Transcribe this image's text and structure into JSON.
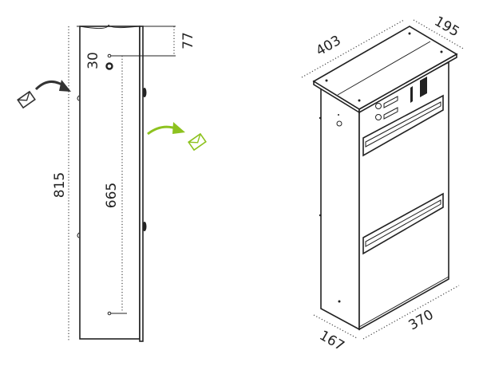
{
  "side_view": {
    "dimensions": {
      "height": "815",
      "top_offset": "77",
      "hole_spacing": "30",
      "hole_distance": "665"
    }
  },
  "iso_view": {
    "dimensions": {
      "lid_width": "403",
      "lid_depth": "195",
      "body_width": "370",
      "body_depth": "167"
    }
  },
  "colors": {
    "insert_arrow": "#333333",
    "retrieve_arrow": "#8dc21f",
    "line": "#222222"
  },
  "icons": [
    "envelope-icon",
    "arrow-icon"
  ]
}
